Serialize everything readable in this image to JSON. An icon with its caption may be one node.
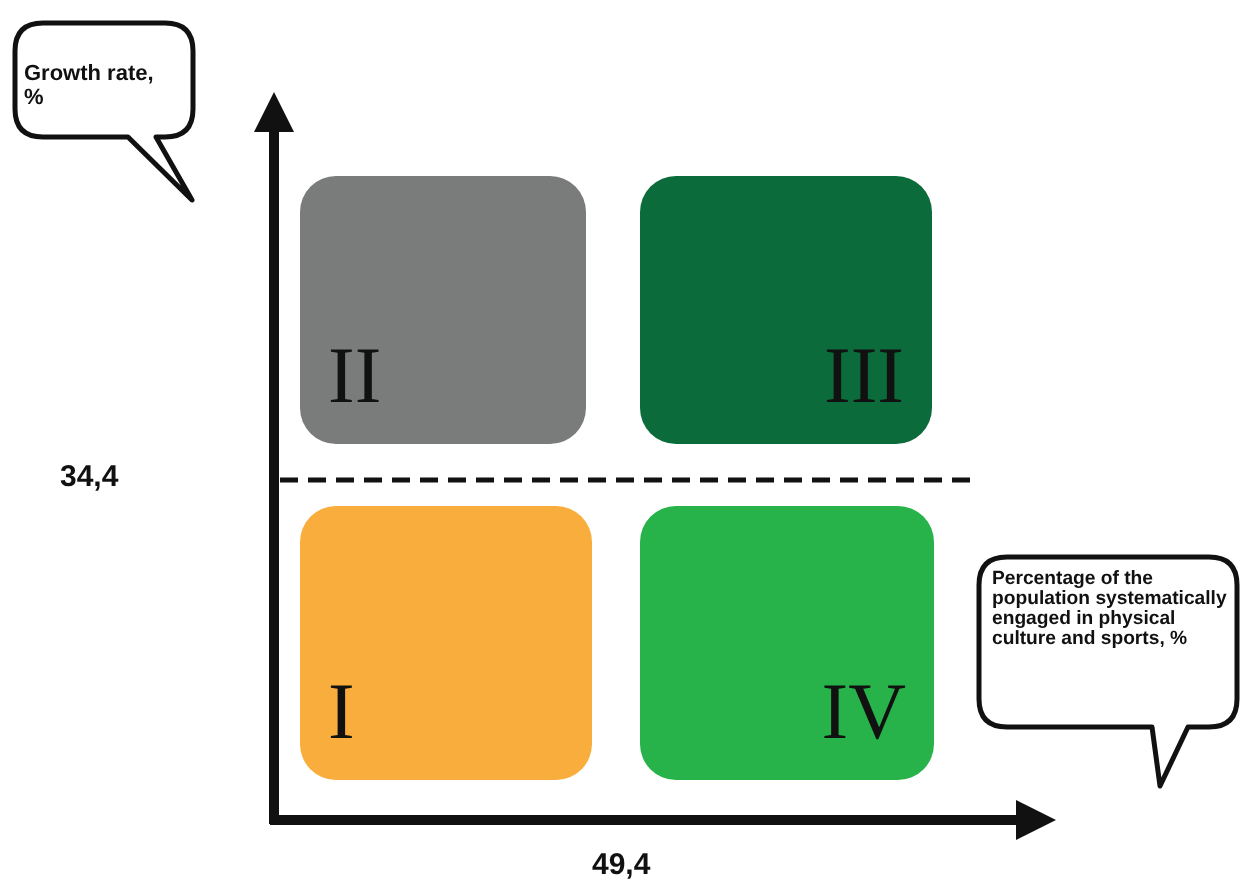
{
  "diagram": {
    "nodes": [
      {
        "text": [
          "Growth rate, %"
        ]
      },
      {
        "text": [
          "II"
        ]
      },
      {
        "text": [
          "III"
        ]
      },
      {
        "text": [
          "I"
        ]
      },
      {
        "text": [
          "IV"
        ]
      },
      {
        "text": [
          "Percentage of the population systematically engaged in physical culture and sports, %"
        ]
      }
    ],
    "labels": [
      "34,4",
      "49,4"
    ]
  }
}
